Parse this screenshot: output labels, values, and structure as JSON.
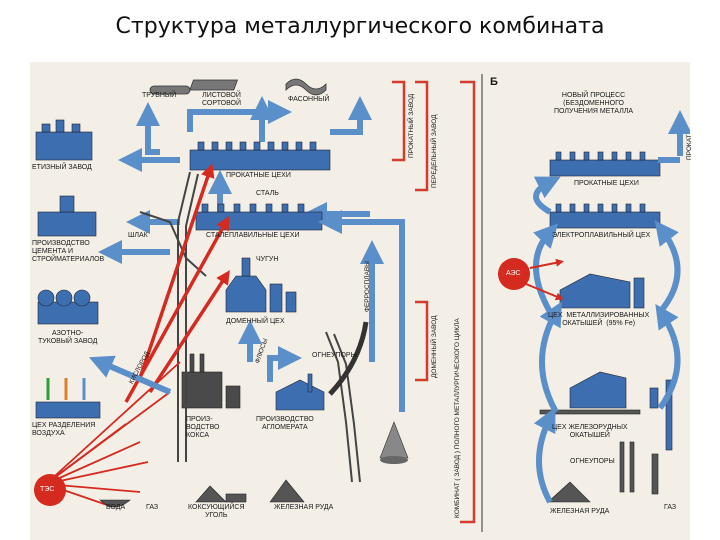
{
  "title": "Структура металлургического комбината",
  "panel_b_letter": "Б",
  "colors": {
    "arrow_blue": "#5b8fc9",
    "frame_red": "#d43a2e",
    "factory_blue": "#3d6fb0",
    "dark": "#2b2b2b",
    "tec_red": "#d42a20",
    "green": "#2e9e3a",
    "orange": "#d9822b"
  },
  "left": {
    "products": {
      "tube": "ТРУБНЫЙ",
      "sheet": "ЛИСТОВОЙ\nСОРТОВОЙ",
      "shape": "ФАСОННЫЙ"
    },
    "rolling": "ПРОКАТНЫЕ ЦЕХИ",
    "steel": "СТАЛЬ",
    "slag": "ШЛАК",
    "steelmaking": "СТАЛЕПЛАВИЛЬНЫЕ ЦЕХИ",
    "pig_iron": "ЧУГУН",
    "blast_furnace": "ДОМЕННЫЙ ЦЕХ",
    "refractories": "ОГНЕУПОРЫ",
    "flux": "ФЛЮСЫ",
    "coke_prod": "ПРОИЗ-\nВОДСТВО\nКОКСА",
    "agglomerate": "ПРОИЗВОДСТВО\nАГЛОМЕРАТА",
    "water": "ВОДА",
    "gas": "ГАЗ",
    "coking_coal": "КОКСУЮЩИЙСЯ\nУГОЛЬ",
    "iron_ore": "ЖЕЛЕЗНАЯ РУДА",
    "tec": "ТЭС",
    "ferroalloys": "ФЕРРОСПЛАВЫ",
    "air_sep": "ЦЕХ РАЗДЕЛЕНИЯ\nВОЗДУХА",
    "nitrogen": "АЗОТНО-\nТУКОВЫЙ ЗАВОД",
    "cement": "ПРОИЗВОДСТВО\nЦЕМЕНТА И\nСТРОЙМАТЕРИАЛОВ",
    "chem_plant": "ЕТИЗНЫЙ ЗАВОД",
    "oxygen": "КИСЛОРОД",
    "conversion_plant": "ПЕРЕДЕЛЬНЫЙ ЗАВОД",
    "rolling_plant": "ПРОКАТНЫЙ ЗАВОД",
    "blast_plant": "ДОМЕННЫЙ ЗАВОД",
    "full_cycle": "КОМБИНАТ ( ЗАВОД ) ПОЛНОГО МЕТАЛЛУРГИЧЕСКОГО ЦИКЛА"
  },
  "right": {
    "new_process": "НОВЫЙ ПРОЦЕСС\n(БЕЗДОМЕННОГО\nПОЛУЧЕНИЯ МЕТАЛЛА",
    "rolled": "ПРОКАТ",
    "rolling": "ПРОКАТНЫЕ ЦЕХИ",
    "electric_furnace": "ЭЛЕКТРОПЛАВИЛЬНЫЙ ЦЕХ",
    "npp": "АЭС",
    "metallized": "ЦЕХ  МЕТАЛЛИЗИРОВАННЫХ\nОКАТЫШЕЙ  (95% Fe)",
    "iron_pellets": "ЦЕХ ЖЕЛЕЗОРУДНЫХ\nОКАТЫШЕЙ",
    "refractories": "ОГНЕУПОРЫ",
    "gas": "ГАЗ",
    "iron_ore": "ЖЕЛЕЗНАЯ РУДА"
  }
}
